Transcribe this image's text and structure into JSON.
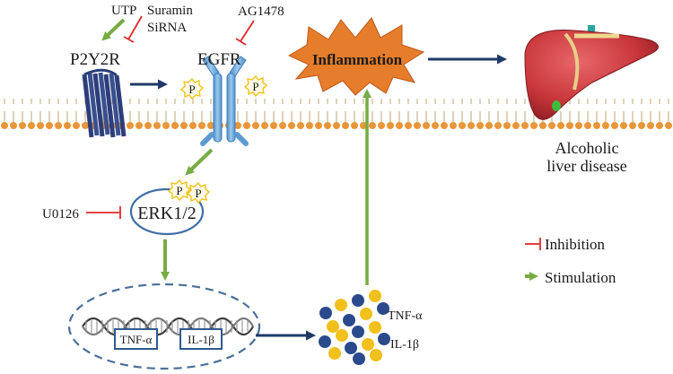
{
  "labels": {
    "utp": "UTP",
    "suramin": "Suramin",
    "sirna": "SiRNA",
    "p2y2r": "P2Y2R",
    "ag1478": "AG1478",
    "egfr": "EGFR",
    "inflammation": "Inflammation",
    "alcoholic": "Alcoholic",
    "liver_disease": "liver disease",
    "u0126": "U0126",
    "erk": "ERK1/2",
    "phospho": "P",
    "tnf_box": "TNF-α",
    "il_box": "IL-1β",
    "tnf_cyto": "TNF-α",
    "il_cyto": "IL-1β"
  },
  "legend": {
    "inhibition": "Inhibition",
    "stimulation": "Stimulation"
  },
  "colors": {
    "stimulation": "#77ab43",
    "inhibition": "#e0282b",
    "flow_arrow": "#1f3a68",
    "membrane_head": "#e8963a",
    "inflammation_burst": "#e57d2a",
    "egfr_blue": "#6fa8d8",
    "receptor_navy": "#2c3e7a",
    "cytokine_navy": "#2a4a8c",
    "cytokine_yellow": "#f2c01b",
    "liver": "#c8363a"
  },
  "icons": [
    "p2y2r-receptor-icon",
    "egfr-receptor-icon",
    "inflammation-burst-icon",
    "liver-icon",
    "dna-icon",
    "cytokine-cluster-icon"
  ]
}
